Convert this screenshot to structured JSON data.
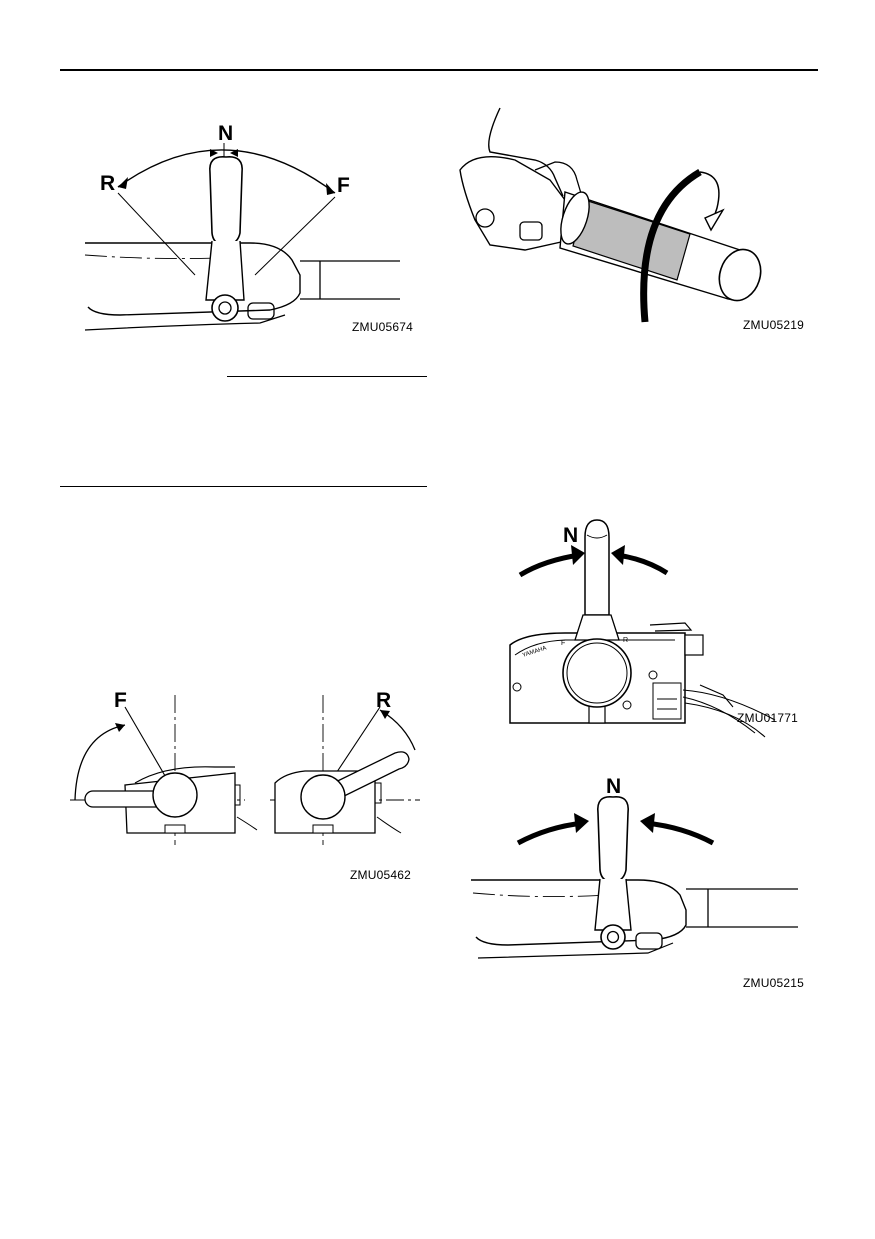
{
  "figures": {
    "tiller_range": {
      "code": "ZMU05674",
      "labels": {
        "neutral": "N",
        "reverse": "R",
        "forward": "F"
      }
    },
    "throttle_grip": {
      "code": "ZMU05219"
    },
    "remote_control_positions": {
      "code": "ZMU05462",
      "labels": {
        "forward": "F",
        "reverse": "R"
      }
    },
    "remote_control_neutral": {
      "code": "ZMU01771",
      "labels": {
        "neutral": "N"
      }
    },
    "tiller_neutral": {
      "code": "ZMU05215",
      "labels": {
        "neutral": "N"
      }
    }
  },
  "icons": [
    "tiller-handle-icon",
    "throttle-grip-icon",
    "remote-control-box-icon",
    "curved-arrow-icon"
  ]
}
